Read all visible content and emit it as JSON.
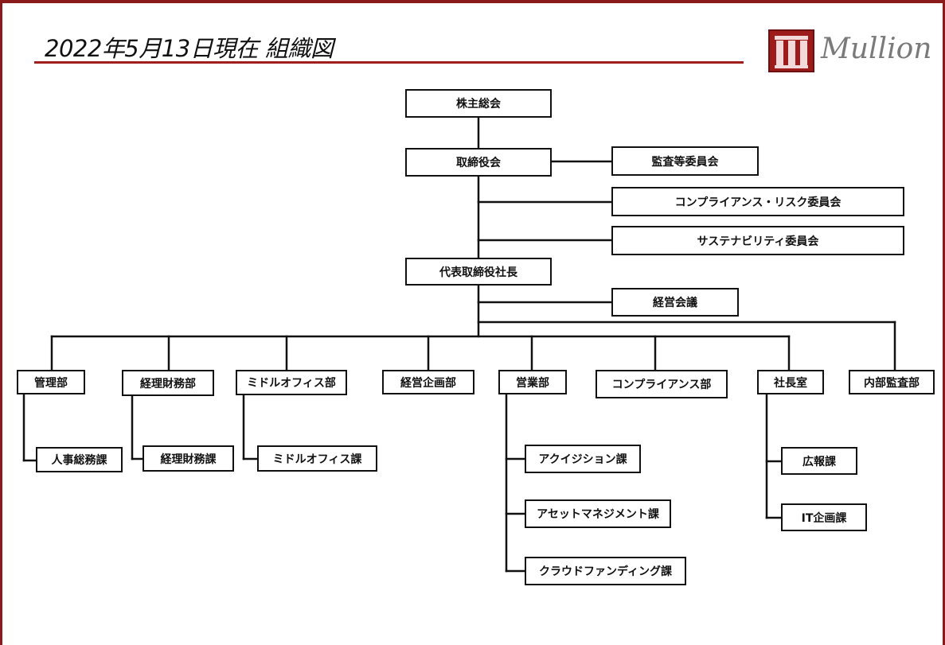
{
  "header": {
    "title": "2022年5月13日現在  組織図",
    "logo_text": "Mullion",
    "accent_color": "#a11e1e"
  },
  "org": {
    "shareholders_meeting": "株主総会",
    "board_of_directors": "取締役会",
    "audit_committee": "監査等委員会",
    "compliance_risk_committee": "コンプライアンス・リスク委員会",
    "sustainability_committee": "サステナビリティ委員会",
    "president": "代表取締役社長",
    "management_meeting": "経営会議",
    "departments": {
      "administration": "管理部",
      "accounting_finance": "経理財務部",
      "middle_office": "ミドルオフィス部",
      "corporate_planning": "経営企画部",
      "sales": "営業部",
      "compliance": "コンプライアンス部",
      "presidents_office": "社長室",
      "internal_audit": "内部監査部"
    },
    "sections": {
      "hr_general_affairs": "人事総務課",
      "accounting_finance": "経理財務課",
      "middle_office": "ミドルオフィス課",
      "acquisition": "アクイジション課",
      "asset_management": "アセットマネジメント課",
      "crowdfunding": "クラウドファンディング課",
      "public_relations": "広報課",
      "it_planning": "IT企画課"
    }
  }
}
